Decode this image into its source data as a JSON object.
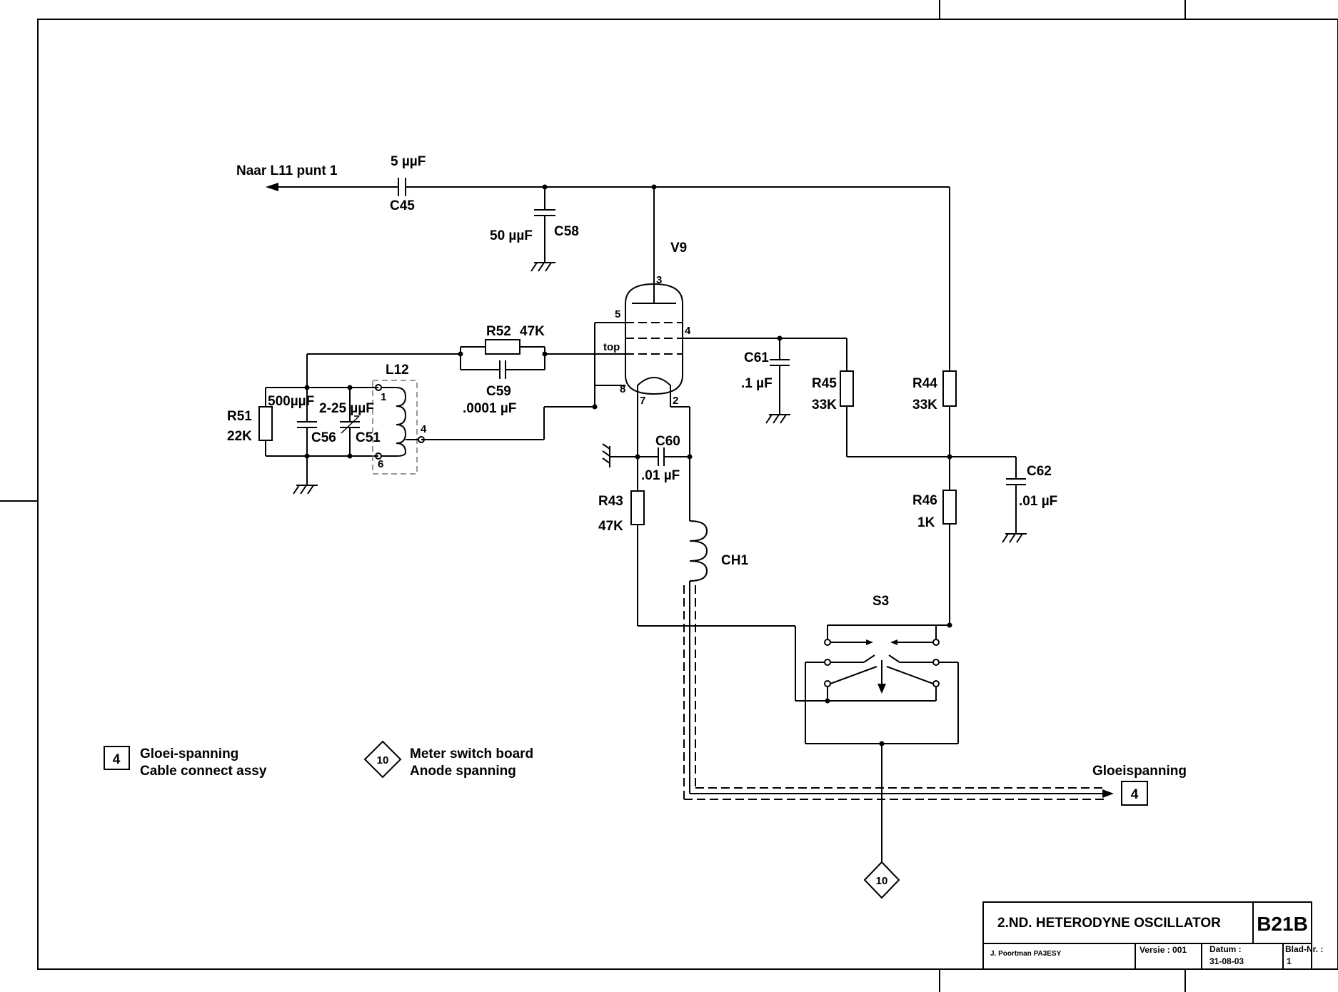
{
  "labels": {
    "naar": "Naar L11 punt 1",
    "c45_val": "5 µµF",
    "c45": "C45",
    "c58_val": "50 µµF",
    "c58": "C58",
    "v9": "V9",
    "pin3": "3",
    "pin5": "5",
    "pin4": "4",
    "pin8": "8",
    "pin7": "7",
    "pin2": "2",
    "top": "top",
    "r52": "R52",
    "r52_val": "47K",
    "c59": "C59",
    "c59_val": ".0001 µF",
    "l12": "L12",
    "c56_val": "500µµF",
    "c51_val": "2-25 µµF",
    "c56": "C56",
    "c51": "C51",
    "r51": "R51",
    "r51_val": "22K",
    "coil1": "1",
    "coil4": "4",
    "coil6": "6",
    "c60": "C60",
    "c60_val": ".01 µF",
    "r43": "R43",
    "r43_val": "47K",
    "ch1": "CH1",
    "c61": "C61",
    "c61_val": ".1 µF",
    "r45": "R45",
    "r45_val": "33K",
    "r44": "R44",
    "r44_val": "33K",
    "c62": "C62",
    "c62_val": ".01 µF",
    "r46": "R46",
    "r46_val": "1K",
    "s3": "S3",
    "gloeispanning": "Gloeispanning",
    "conn4": "4",
    "conn10": "10"
  },
  "legend": {
    "box4": "4",
    "box4_line1": "Gloei-spanning",
    "box4_line2": "Cable connect assy",
    "dia10": "10",
    "dia10_line1": "Meter switch board",
    "dia10_line2": "Anode spanning"
  },
  "title_block": {
    "title": "2.ND.  HETERODYNE OSCILLATOR",
    "code": "B21B",
    "author": "J. Poortman   PA3ESY",
    "versie": "Versie : 001",
    "datum_label": "Datum :",
    "datum": "31-08-03",
    "blad_label": "Blad-Nr. :",
    "blad": "1"
  }
}
